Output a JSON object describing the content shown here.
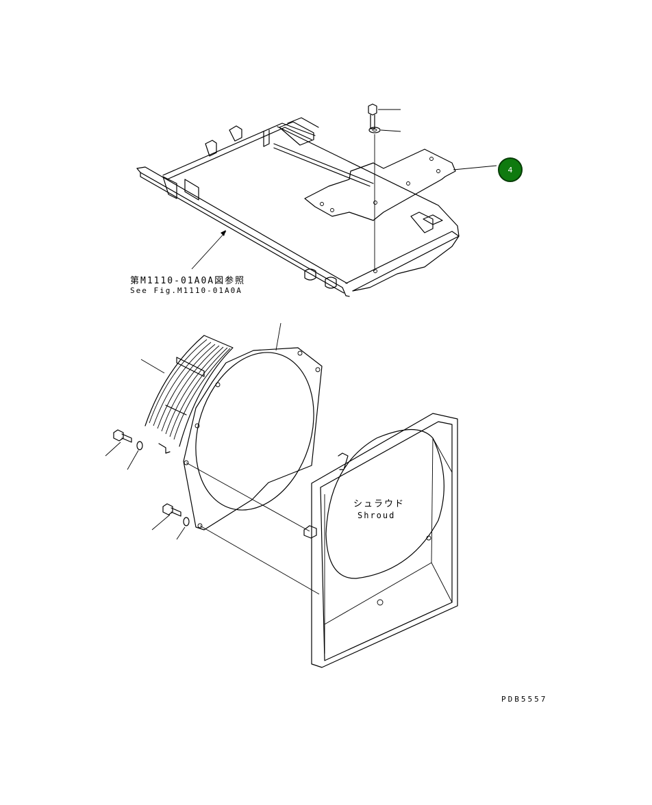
{
  "reference": {
    "label_ja": "第M1110-01A0A図参照",
    "label_en": "See Fig.M1110-01A0A"
  },
  "shroud": {
    "label_ja": "シュラウド",
    "label_en": "Shroud"
  },
  "callout": {
    "number": "4",
    "color": "#0f7a0f"
  },
  "drawing_code": "PDB5557"
}
